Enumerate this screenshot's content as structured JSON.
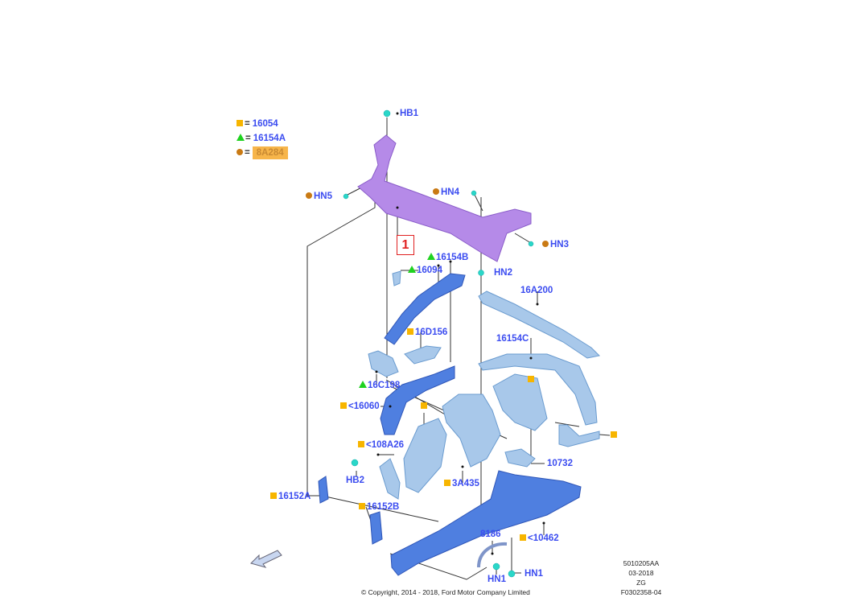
{
  "legend": [
    {
      "symbol": "square",
      "color": "#f7b500",
      "code": "16054"
    },
    {
      "symbol": "triangle",
      "color": "#1fd21f",
      "code": "16154A"
    },
    {
      "symbol": "circle",
      "color": "#c97a14",
      "code": "8A284"
    }
  ],
  "equals": "=",
  "ref_box": "1",
  "labels": {
    "hb1": "HB1",
    "hn5": "HN5",
    "hn4": "HN4",
    "hn3": "HN3",
    "hn2": "HN2",
    "p16154b": "16154B",
    "p16094": "16094",
    "p16a200": "16A200",
    "p16d156": "16D156",
    "p16154c": "16154C",
    "p16c198": "16C198",
    "p16060": "<16060",
    "p108a26": "<108A26",
    "p10732": "10732",
    "hb2": "HB2",
    "p3a435": "3A435",
    "p16152a": "16152A",
    "p16152b": "16152B",
    "p8186": "8186",
    "p10462": "<10462",
    "hn1a": "HN1",
    "hn1b": "HN1"
  },
  "copyright": "© Copyright, 2014 - 2018, Ford Motor Company Limited",
  "meta": [
    "5010205AA",
    "03-2018",
    "ZG",
    "F0302358-04"
  ],
  "colors": {
    "label": "#3b4cf0",
    "purple_part": "#b58ae8",
    "blue_part": "#4f7fe0",
    "light_part": "#a8c8ea"
  }
}
